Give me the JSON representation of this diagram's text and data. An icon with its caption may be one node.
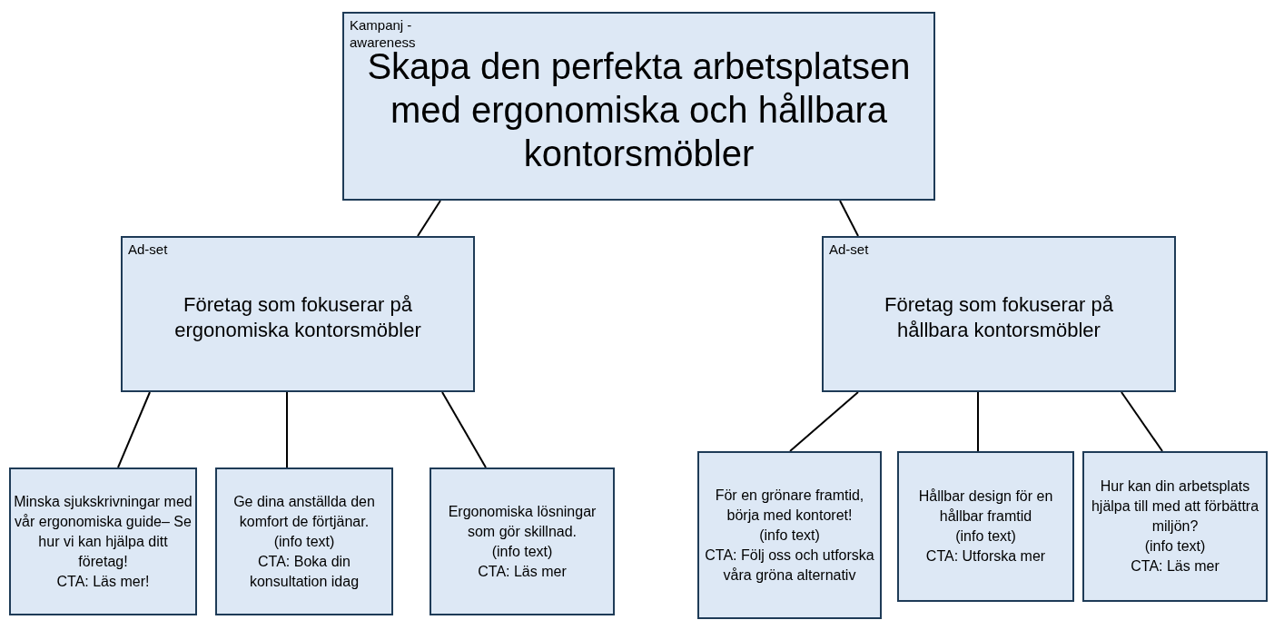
{
  "diagram": {
    "nodes": [
      {
        "text": [
          "Kampanj - awareness",
          "Skapa den perfekta arbetsplatsen med ergonomiska och hållbara kontorsmöbler"
        ]
      },
      {
        "text": [
          "Ad-set",
          "Företag som fokuserar på ergonomiska kontorsmöbler"
        ]
      },
      {
        "text": [
          "Ad-set",
          "Företag som fokuserar på hållbara kontorsmöbler"
        ]
      },
      {
        "text": [
          "Minska sjukskrivningar med vår ergonomiska guide– Se hur vi kan hjälpa ditt företag!",
          "CTA: Läs mer!"
        ]
      },
      {
        "text": [
          "Ge dina anställda den komfort de förtjänar.",
          "(info text)",
          "CTA: Boka din konsultation idag"
        ]
      },
      {
        "text": [
          "Ergonomiska lösningar som gör skillnad.",
          "(info text)",
          "CTA: Läs mer"
        ]
      },
      {
        "text": [
          "För en grönare framtid, börja med kontoret!",
          "(info text)",
          "CTA: Följ oss och utforska våra gröna alternativ"
        ]
      },
      {
        "text": [
          "Hållbar design för en hållbar framtid",
          "(info text)",
          "CTA: Utforska mer"
        ]
      },
      {
        "text": [
          "Hur kan din arbetsplats hjälpa till med att förbättra miljön?",
          "(info text)",
          "CTA: Läs mer"
        ]
      }
    ],
    "edges": [
      {
        "from": 0,
        "to": 1,
        "arrow": "none"
      },
      {
        "from": 0,
        "to": 2,
        "arrow": "none"
      },
      {
        "from": 1,
        "to": 3,
        "arrow": "none"
      },
      {
        "from": 1,
        "to": 4,
        "arrow": "none"
      },
      {
        "from": 1,
        "to": 5,
        "arrow": "none"
      },
      {
        "from": 2,
        "to": 6,
        "arrow": "none"
      },
      {
        "from": 2,
        "to": 7,
        "arrow": "none"
      },
      {
        "from": 2,
        "to": 8,
        "arrow": "none"
      }
    ]
  }
}
